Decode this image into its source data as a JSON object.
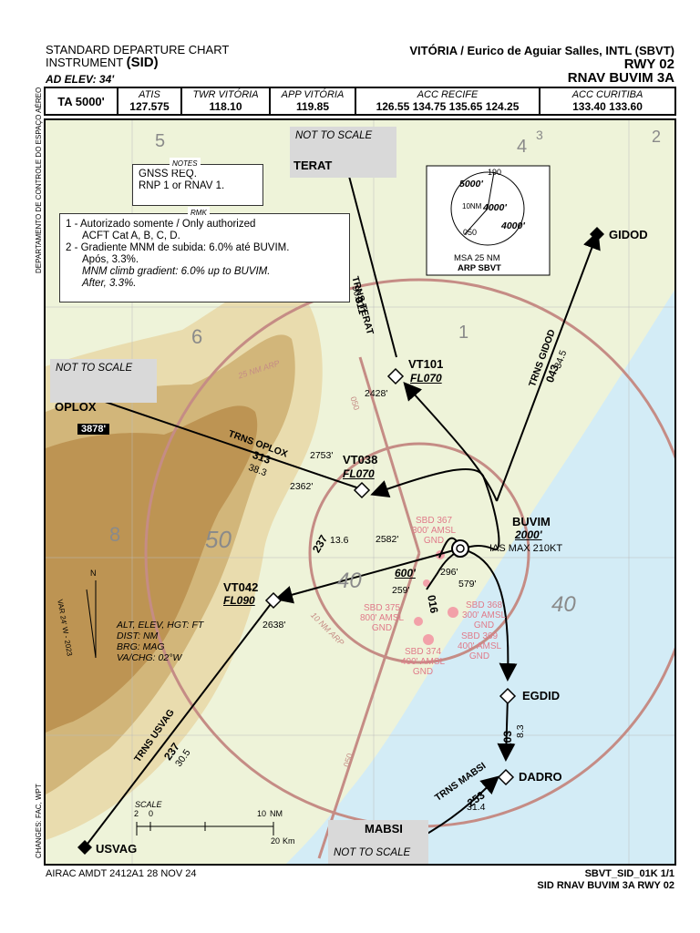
{
  "header": {
    "line1": "STANDARD DEPARTURE CHART",
    "line2a": "INSTRUMENT ",
    "line2b": "(SID)",
    "elev": "AD ELEV: 34'",
    "airport": "VITÓRIA / Eurico de Aguiar Salles, INTL (SBVT)",
    "rwy": "RWY 02",
    "procedure": "RNAV BUVIM 3A"
  },
  "freq": {
    "ta": "TA 5000'",
    "atis_l": "ATIS",
    "atis_v": "127.575",
    "twr_l": "TWR VITÓRIA",
    "twr_v": "118.10",
    "app_l": "APP VITÓRIA",
    "app_v": "119.85",
    "acc1_l": "ACC RECIFE",
    "acc1_v": "126.55 134.75 135.65 124.25",
    "acc2_l": "ACC CURITIBA",
    "acc2_v": "133.40 133.60"
  },
  "notes": {
    "title": "NOTES",
    "l1": "GNSS REQ.",
    "l2": "RNP 1 or RNAV 1."
  },
  "rmk": {
    "title": "RMK",
    "l1": "1 - Autorizado somente  / Only authorized",
    "l2": "ACFT Cat A, B, C, D.",
    "l3": "2 - Gradiente MNM de subida: 6.0% até BUVIM.",
    "l4": "Após, 3.3%.",
    "l5": "MNM climb gradient: 6.0% up to BUVIM.",
    "l6": "After, 3.3%."
  },
  "msa": {
    "a": "5000'",
    "b": "4000'",
    "c": "4000'",
    "r1": "190",
    "r2": "050",
    "r3": "10NM",
    "l1": "MSA 25 NM",
    "l2": "ARP SBVT"
  },
  "nts": "NOT TO SCALE",
  "waypoints": {
    "terat": "TERAT",
    "gidod": "GIDOD",
    "oplox": "OPLOX",
    "vt101": "VT101",
    "vt101_alt": "FL070",
    "vt038": "VT038",
    "vt038_alt": "FL070",
    "buvim": "BUVIM",
    "buvim_alt": "2000'",
    "buvim_ias": "IAS MAX 210KT",
    "vt042": "VT042",
    "vt042_alt": "FL090",
    "egdid": "EGDID",
    "dadro": "DADRO",
    "mabsi": "MABSI",
    "usvag": "USVAG"
  },
  "tracks": {
    "terat": "TRNS TERAT",
    "terat_brg": "011",
    "terat_dist": "90.3",
    "gidod": "TRNS GIDOD",
    "gidod_brg": "043",
    "gidod_dist": "34.5",
    "oplox": "TRNS OPLOX",
    "oplox_brg": "313",
    "oplox_dist": "38.3",
    "usvag": "TRNS USVAG",
    "usvag_brg": "237",
    "usvag_dist": "30.5",
    "mabsi": "TRNS MABSI",
    "mabsi_brg": "253",
    "mabsi_dist": "31.4",
    "seg1_brg": "237",
    "seg1_dist": "13.6",
    "seg2_brg": "203",
    "seg2_dist": "8.3",
    "rwy_brg": "016",
    "rwy_alt": "600'"
  },
  "elevs": {
    "e1": "3878'",
    "e2": "2428'",
    "e3": "2753'",
    "e4": "2362'",
    "e5": "2582'",
    "e6": "296'",
    "e7": "259'",
    "e8": "579'",
    "e9": "2638'"
  },
  "restricted": {
    "r1a": "SBD 367",
    "r1b": "300' AMSL",
    "r1c": "GND",
    "r2a": "SBD 368",
    "r2b": "300' AMSL",
    "r2c": "GND",
    "r3a": "SBD 369",
    "r3b": "400' AMSL",
    "r3c": "GND",
    "r4a": "SBD 374",
    "r4b": "400' AMSL",
    "r4c": "GND",
    "r5a": "SBD 375",
    "r5b": "800' AMSL",
    "r5c": "GND"
  },
  "legend": {
    "l1": "ALT, ELEV, HGT: FT",
    "l2": "DIST: NM",
    "l3": "BRG: MAG",
    "l4": "VA/CHG: 02°W",
    "var": "VAR 24' W - 2023",
    "n": "N"
  },
  "scale": {
    "title": "SCALE",
    "nm": "NM",
    "km": "Km",
    "t0": "0",
    "t2": "2",
    "t10": "10",
    "t20": "20"
  },
  "arcs": {
    "a25": "25 NM ARP",
    "a10": "10 NM ARP",
    "r050": "050",
    "r050b": "050"
  },
  "sectors": {
    "s5": "5",
    "s4": "4",
    "s3": "3",
    "s6": "6",
    "s8": "8",
    "s2": "2",
    "s1": "1",
    "s50": "50",
    "s40a": "40",
    "s40b": "40"
  },
  "footer": {
    "airac": "AIRAC AMDT 2412A1  28 NOV 24",
    "id": "SBVT_SID_01K 1/1",
    "proc": "SID RNAV  BUVIM 3A RWY 02"
  },
  "side": {
    "left": "DEPARTAMENTO DE CONTROLE DO ESPAÇO AÉREO",
    "changes": "CHANGES: FAC, WPT"
  },
  "colors": {
    "terrain1": "#e9dcae",
    "terrain2": "#d2b67a",
    "terrain3": "#bd9453",
    "water": "#d3ecf6",
    "land": "#eef3d9",
    "arc": "#c58c85"
  }
}
